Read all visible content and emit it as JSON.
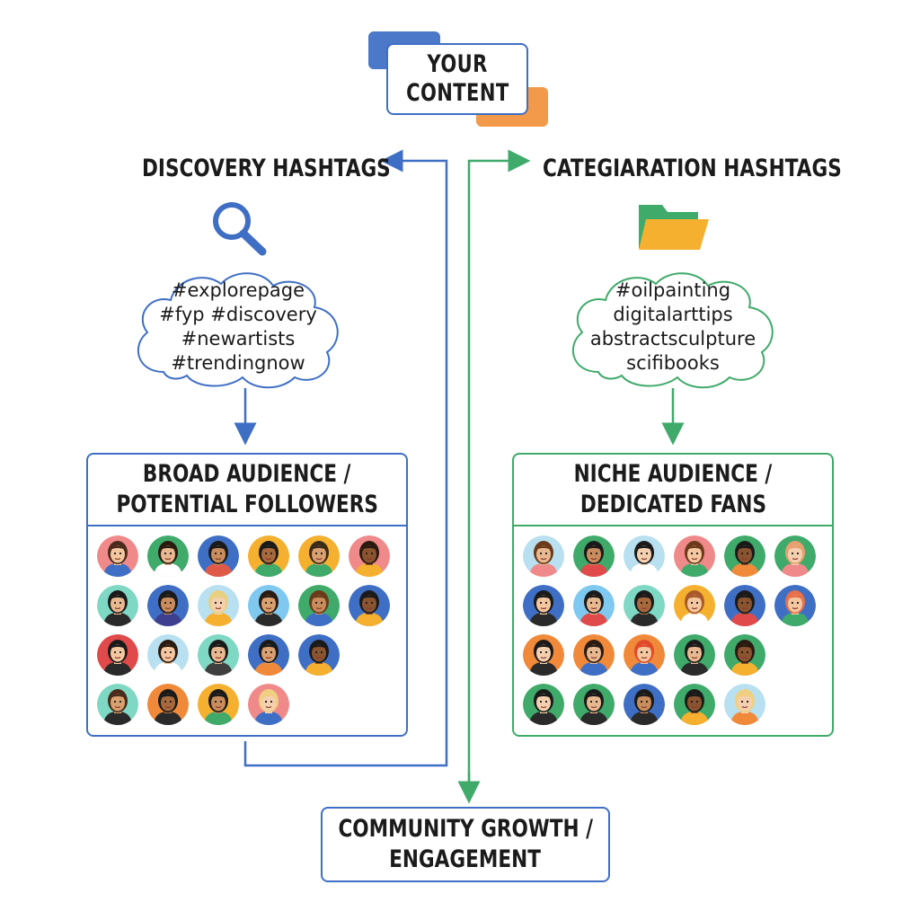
{
  "title": {
    "line1": "YOUR",
    "line2": "CONTENT"
  },
  "left": {
    "heading": "DISCOVERY HASHTAGS",
    "icon": "search-icon",
    "hashtags": [
      "#explorepage",
      "#fyp #discovery",
      "#newartists",
      "#trendingnow"
    ],
    "panel_line1": "BROAD AUDIENCE /",
    "panel_line2": "POTENTIAL FOLLOWERS",
    "color": "#3f6fc4"
  },
  "right": {
    "heading": "CATEGIARATION HASHTAGS",
    "icon": "folder-icon",
    "hashtags": [
      "#oilpainting",
      "digitalarttips",
      "abstractsculpture",
      "scifibooks"
    ],
    "panel_line1": "NICHE AUDIENCE /",
    "panel_line2": "DEDICATED FANS",
    "color": "#3faa6a"
  },
  "bottom": {
    "line1": "COMMUNITY GROWTH /",
    "line2": "ENGAGEMENT"
  },
  "colors": {
    "blue": "#3f6fc4",
    "green": "#3faa6a",
    "orange": "#f39a4a"
  },
  "left_avatars": [
    {
      "bg": "#f08a8a",
      "skin": "#f5c7a0",
      "hair": "#4a2a1a",
      "shirt": "#3f6fc4"
    },
    {
      "bg": "#3faa6a",
      "skin": "#e8b890",
      "hair": "#2a1a10",
      "shirt": "#ffffff"
    },
    {
      "bg": "#3f6fc4",
      "skin": "#c98c5c",
      "hair": "#1a1a1a",
      "shirt": "#e05a4a"
    },
    {
      "bg": "#f5b030",
      "skin": "#a86a3c",
      "hair": "#1a1a1a",
      "shirt": "#3faa6a"
    },
    {
      "bg": "#f5b030",
      "skin": "#d9a070",
      "hair": "#3a2a1a",
      "shirt": "#3faa6a"
    },
    {
      "bg": "#f08a8a",
      "skin": "#8a5430",
      "hair": "#2a1a10",
      "shirt": "#f5b030"
    },
    {
      "bg": "#7fd8c4",
      "skin": "#e8b890",
      "hair": "#1a1a1a",
      "shirt": "#2a2a2a"
    },
    {
      "bg": "#3f6fc4",
      "skin": "#c98c5c",
      "hair": "#1a1a1a",
      "shirt": "#3f3f8f"
    },
    {
      "bg": "#b8e0f0",
      "skin": "#f5d0b0",
      "hair": "#e8d080",
      "shirt": "#f5b030"
    },
    {
      "bg": "#7fc8f0",
      "skin": "#d9a070",
      "hair": "#2a1a10",
      "shirt": "#2a2a2a"
    },
    {
      "bg": "#3faa6a",
      "skin": "#c98c5c",
      "hair": "#6a3a1a",
      "shirt": "#3f6fc4"
    },
    {
      "bg": "#3f6fc4",
      "skin": "#8a5430",
      "hair": "#1a1a1a",
      "shirt": "#f5b030"
    },
    {
      "bg": "#e04a4a",
      "skin": "#f5c7a0",
      "hair": "#1a1a1a",
      "shirt": "#2a2a2a"
    },
    {
      "bg": "#b8e0f0",
      "skin": "#f5c7a0",
      "hair": "#2a1a10",
      "shirt": "#ffffff"
    },
    {
      "bg": "#7fd8c4",
      "skin": "#e8b890",
      "hair": "#1a1a1a",
      "shirt": "#3f3f3f"
    },
    {
      "bg": "#3f6fc4",
      "skin": "#d9a070",
      "hair": "#1a1a1a",
      "shirt": "#f08a3a"
    },
    {
      "bg": "#3f6fc4",
      "skin": "#8a5430",
      "hair": "#1a1a1a",
      "shirt": "#f5b030"
    },
    {
      "bg": "#7fd8c4",
      "skin": "#d9a070",
      "hair": "#4a2a1a",
      "shirt": "#2a2a2a"
    },
    {
      "bg": "#f08a3a",
      "skin": "#a86a3c",
      "hair": "#1a1a1a",
      "shirt": "#2a2a2a"
    },
    {
      "bg": "#f5b030",
      "skin": "#c98c5c",
      "hair": "#1a1a1a",
      "shirt": "#3faa6a"
    },
    {
      "bg": "#f08a8a",
      "skin": "#f5d0b0",
      "hair": "#f0d080",
      "shirt": "#3f6fc4"
    }
  ],
  "right_avatars": [
    {
      "bg": "#b8e0f0",
      "skin": "#e8b890",
      "hair": "#6a3a1a",
      "shirt": "#f08a8a"
    },
    {
      "bg": "#3faa6a",
      "skin": "#c98c5c",
      "hair": "#1a1a1a",
      "shirt": "#e04a4a"
    },
    {
      "bg": "#b8e0f0",
      "skin": "#f5d0b0",
      "hair": "#1a1a1a",
      "shirt": "#ffffff"
    },
    {
      "bg": "#f08a8a",
      "skin": "#f5c7a0",
      "hair": "#6a3a1a",
      "shirt": "#3faa6a"
    },
    {
      "bg": "#3faa6a",
      "skin": "#8a5430",
      "hair": "#1a1a1a",
      "shirt": "#f08a3a"
    },
    {
      "bg": "#3faa6a",
      "skin": "#f5d0b0",
      "hair": "#e8a070",
      "shirt": "#f08a8a"
    },
    {
      "bg": "#3f6fc4",
      "skin": "#f5c7a0",
      "hair": "#1a1a1a",
      "shirt": "#2a2a2a"
    },
    {
      "bg": "#7fc8f0",
      "skin": "#e8b890",
      "hair": "#1a1a1a",
      "shirt": "#e04a4a"
    },
    {
      "bg": "#7fd8c4",
      "skin": "#a86a3c",
      "hair": "#1a1a1a",
      "shirt": "#2a2a2a"
    },
    {
      "bg": "#f5b030",
      "skin": "#f5c7a0",
      "hair": "#a85a2a",
      "shirt": "#ffffff"
    },
    {
      "bg": "#3f6fc4",
      "skin": "#8a5430",
      "hair": "#1a1a1a",
      "shirt": "#e04a4a"
    },
    {
      "bg": "#3f6fc4",
      "skin": "#f5c7a0",
      "hair": "#e8704a",
      "shirt": "#3faa6a"
    },
    {
      "bg": "#f08a3a",
      "skin": "#f5d0b0",
      "hair": "#1a1a1a",
      "shirt": "#2a2a2a"
    },
    {
      "bg": "#f08a3a",
      "skin": "#e8b890",
      "hair": "#2a1a10",
      "shirt": "#3f6fc4"
    },
    {
      "bg": "#f08a3a",
      "skin": "#f5c7a0",
      "hair": "#e04a2a",
      "shirt": "#3f6fc4"
    },
    {
      "bg": "#3faa6a",
      "skin": "#e8b890",
      "hair": "#1a1a1a",
      "shirt": "#2a2a2a"
    },
    {
      "bg": "#3faa6a",
      "skin": "#8a5430",
      "hair": "#2a1a10",
      "shirt": "#f5b030"
    },
    {
      "bg": "#3faa6a",
      "skin": "#f5d0b0",
      "hair": "#1a1a1a",
      "shirt": "#2a2a2a"
    },
    {
      "bg": "#3faa6a",
      "skin": "#e8b890",
      "hair": "#1a1a1a",
      "shirt": "#2a2a2a"
    },
    {
      "bg": "#3f6fc4",
      "skin": "#c98c5c",
      "hair": "#1a1a1a",
      "shirt": "#2a2a2a"
    },
    {
      "bg": "#3faa6a",
      "skin": "#8a5430",
      "hair": "#1a1a1a",
      "shirt": "#f5b030"
    },
    {
      "bg": "#b8e0f0",
      "skin": "#f5d0b0",
      "hair": "#f0d080",
      "shirt": "#f08a3a"
    }
  ]
}
